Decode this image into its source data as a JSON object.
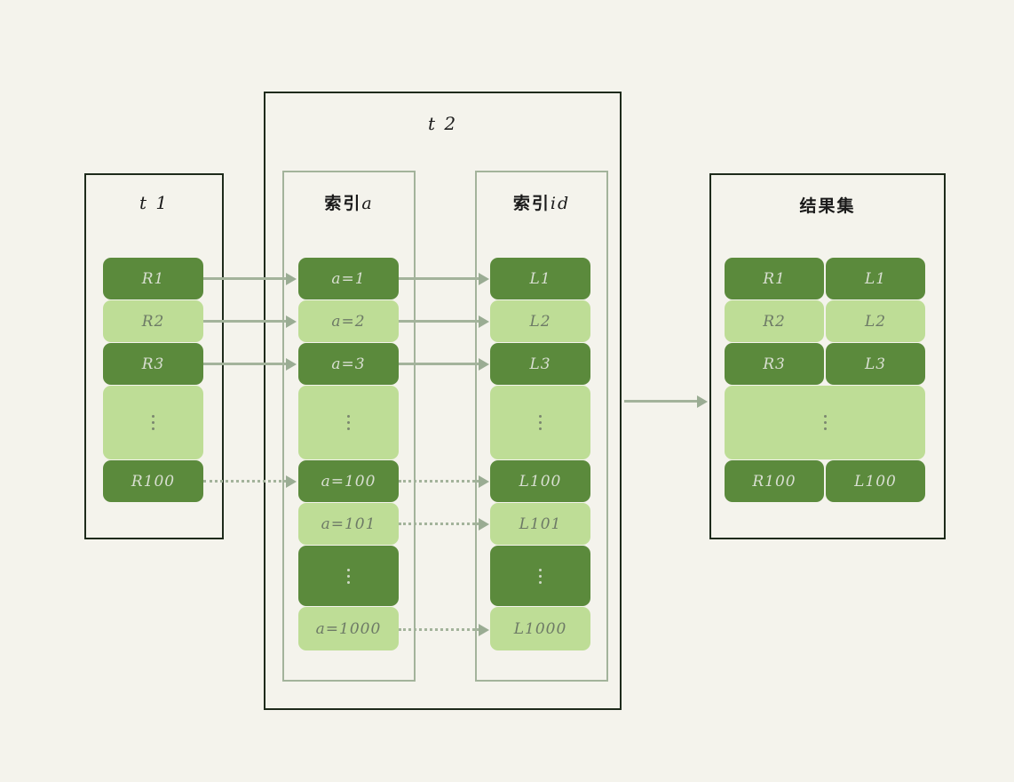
{
  "palette": {
    "background": "#f4f3ec",
    "dark_green": "#5b8a3c",
    "light_green": "#bedd96",
    "outer_border": "#1e2a1b",
    "inner_border": "#a3b39b",
    "arrow": "#a3b39b"
  },
  "containers": {
    "t1": {
      "title": "t 1"
    },
    "t2": {
      "title": "t 2"
    },
    "index_a": {
      "title_cjk": "索引",
      "title_latin": "a"
    },
    "index_id": {
      "title_cjk": "索引",
      "title_latin": "id"
    },
    "result_set": {
      "title": "结果集"
    }
  },
  "t1_rows": [
    {
      "label": "R1",
      "tone": "dark",
      "ellipsis": false
    },
    {
      "label": "R2",
      "tone": "light",
      "ellipsis": false
    },
    {
      "label": "R3",
      "tone": "dark",
      "ellipsis": false
    },
    {
      "label": "",
      "tone": "light",
      "ellipsis": true
    },
    {
      "label": "R100",
      "tone": "dark",
      "ellipsis": false
    }
  ],
  "index_a_rows": [
    {
      "label": "a=1",
      "tone": "dark",
      "ellipsis": false
    },
    {
      "label": "a=2",
      "tone": "light",
      "ellipsis": false
    },
    {
      "label": "a=3",
      "tone": "dark",
      "ellipsis": false
    },
    {
      "label": "",
      "tone": "light",
      "ellipsis": true
    },
    {
      "label": "a=100",
      "tone": "dark",
      "ellipsis": false
    },
    {
      "label": "a=101",
      "tone": "light",
      "ellipsis": false
    },
    {
      "label": "",
      "tone": "dark",
      "ellipsis": true
    },
    {
      "label": "a=1000",
      "tone": "light",
      "ellipsis": false
    }
  ],
  "index_id_rows": [
    {
      "label": "L1",
      "tone": "dark",
      "ellipsis": false
    },
    {
      "label": "L2",
      "tone": "light",
      "ellipsis": false
    },
    {
      "label": "L3",
      "tone": "dark",
      "ellipsis": false
    },
    {
      "label": "",
      "tone": "light",
      "ellipsis": true
    },
    {
      "label": "L100",
      "tone": "dark",
      "ellipsis": false
    },
    {
      "label": "L101",
      "tone": "light",
      "ellipsis": false
    },
    {
      "label": "",
      "tone": "dark",
      "ellipsis": true
    },
    {
      "label": "L1000",
      "tone": "light",
      "ellipsis": false
    }
  ],
  "result_rows": [
    {
      "left": "R1",
      "right": "L1",
      "tone": "dark",
      "ellipsis": false
    },
    {
      "left": "R2",
      "right": "L2",
      "tone": "light",
      "ellipsis": false
    },
    {
      "left": "R3",
      "right": "L3",
      "tone": "dark",
      "ellipsis": false
    },
    {
      "left": "",
      "right": "",
      "tone": "light",
      "ellipsis": true
    },
    {
      "left": "R100",
      "right": "L100",
      "tone": "dark",
      "ellipsis": false
    }
  ]
}
